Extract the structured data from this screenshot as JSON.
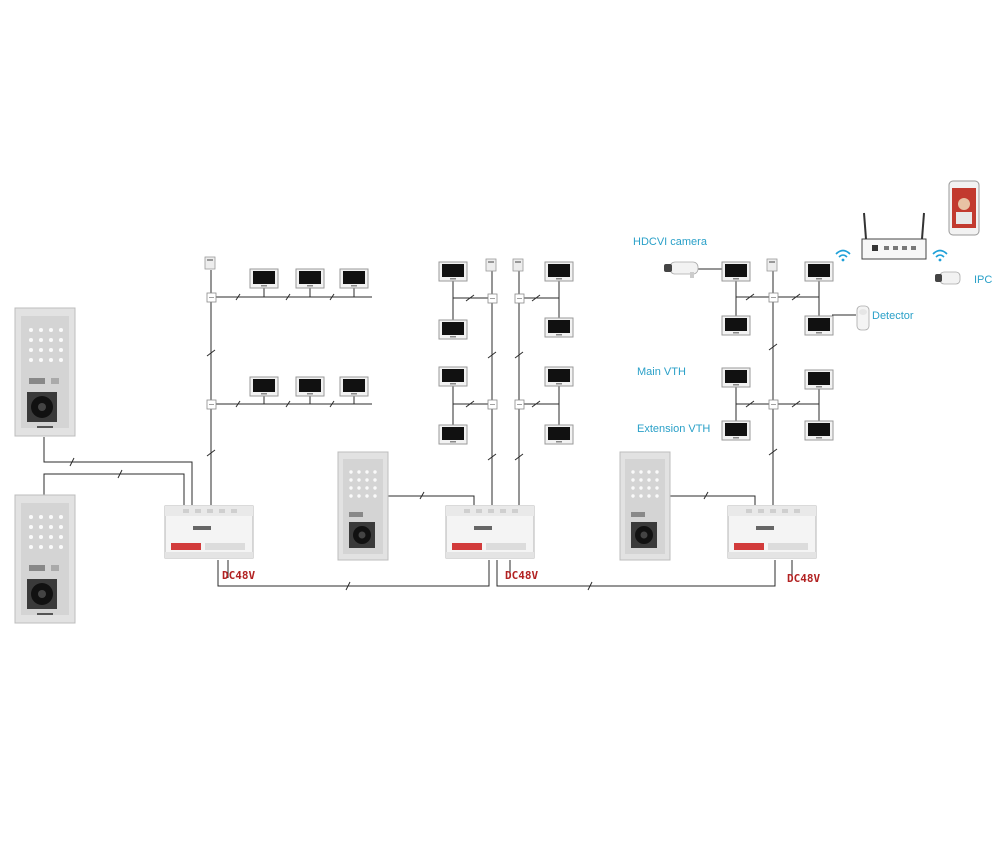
{
  "labels": {
    "hdcvi_camera": "HDCVI camera",
    "ipc": "IPC",
    "detector": "Detector",
    "main_vth": "Main VTH",
    "extension_vth": "Extension VTH"
  },
  "power_label": "DC48V",
  "colors": {
    "label": "#2aa0c8",
    "power": "#b22222",
    "wire": "#2b2b2b",
    "wifi": "#1fa0d8"
  }
}
